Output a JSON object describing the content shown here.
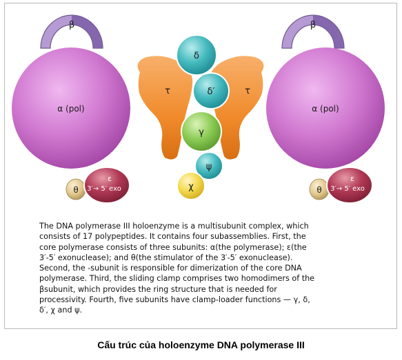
{
  "diagram": {
    "left_polymerase": {
      "alpha_label": "α (pol)",
      "beta_label": "β",
      "theta_label": "θ",
      "epsilon_label": "ε",
      "exo_label": "3′→ 5′ exo"
    },
    "right_polymerase": {
      "alpha_label": "α (pol)",
      "beta_label": "β",
      "theta_label": "θ",
      "epsilon_label": "ε",
      "exo_label": "3′→ 5′ exo"
    },
    "tau_left_label": "τ",
    "tau_right_label": "τ",
    "delta_label": "δ",
    "delta_prime_label": "δ′",
    "gamma_label": "γ",
    "psi_label": "ψ",
    "chi_label": "χ",
    "colors": {
      "alpha": "#c767c7",
      "beta": "#9b7fbf",
      "tau": "#f08a2a",
      "delta": "#36b3b8",
      "gamma": "#7fc04a",
      "psi": "#36b3b8",
      "chi": "#f3d74a",
      "theta": "#e2c98a",
      "epsilon": "#a8304c"
    }
  },
  "description_lines": [
    "The DNA polymerase III holoenzyme is a multisubunit complex, which",
    "consists of 17 polypeptides. It contains four subassemblies. First, the",
    "core polymerase consists of three subunits: α(the polymerase); ε(the",
    "3′-5′ exonuclease); and θ(the stimulator of the 3′-5′ exonuclease).",
    "Second, the -subunit is responsible for dimerization of the core DNA",
    "polymerase. Third, the sliding clamp comprises two homodimers of the",
    "βsubunit, which provides the ring structure that is needed for",
    "processivity. Fourth, five subunits have clamp-loader functions — γ, δ,",
    "δ′, χ and ψ."
  ],
  "caption": "Cấu trúc của holoenzyme DNA polymerase III"
}
